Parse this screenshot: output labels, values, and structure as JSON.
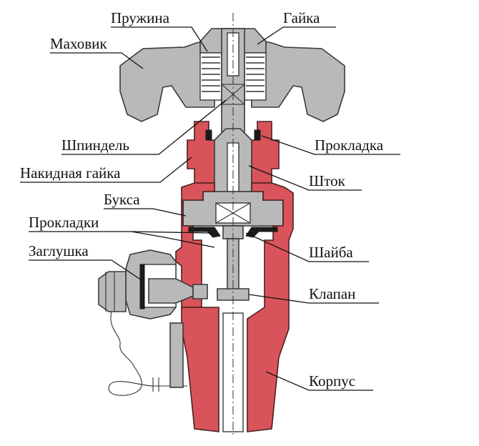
{
  "labels": {
    "spring": "Пружина",
    "nut": "Гайка",
    "handwheel": "Маховик",
    "spindle": "Шпиндель",
    "gasket": "Прокладка",
    "union_nut": "Накидная гайка",
    "stem": "Шток",
    "bushing": "Букса",
    "gaskets": "Прокладки",
    "plug": "Заглушка",
    "washer": "Шайба",
    "valve": "Клапан",
    "body": "Корпус"
  },
  "colors": {
    "steel": "#b9b9b9",
    "body_red": "#d9545a",
    "gasket_black": "#1b1b1b",
    "background": "#ffffff"
  }
}
